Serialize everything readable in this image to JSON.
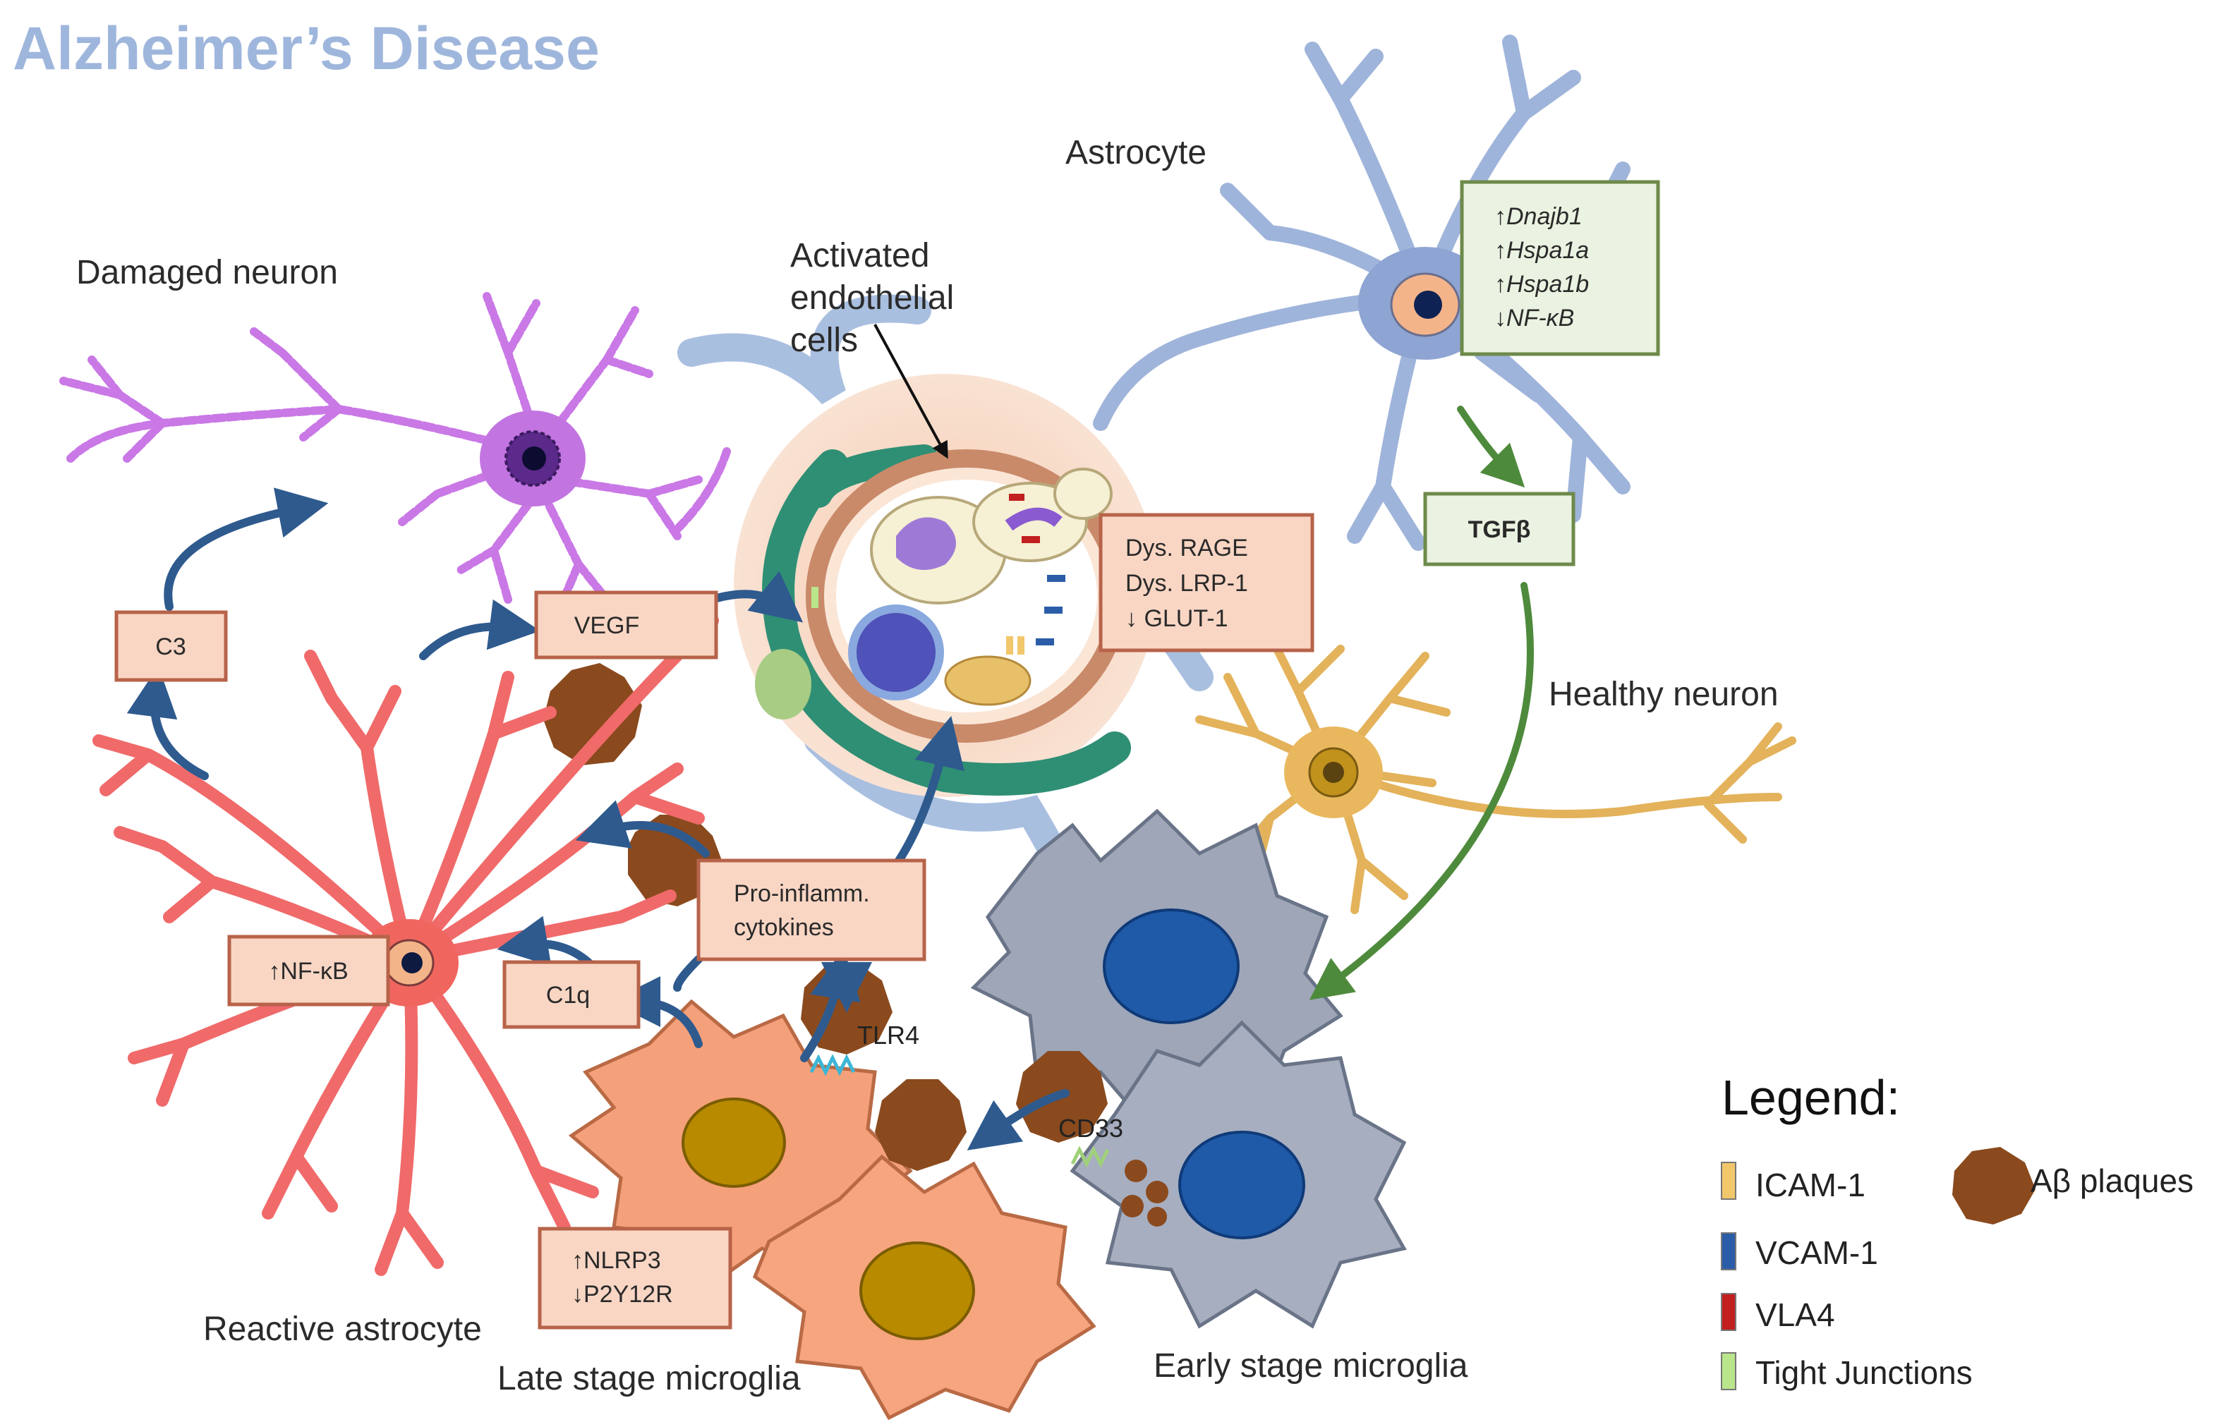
{
  "title": "Alzheimer’s Disease",
  "colors": {
    "title": "#9fb6dc",
    "reactive_astrocyte": "#f06a6a",
    "damaged_neuron": "#c978e6",
    "astrocyte": "#9fb4da",
    "healthy_neuron": "#e3b25a",
    "microglia_late": "#f4a07a",
    "microglia_early": "#9ea6b8",
    "endothelium": "#2f8f74",
    "plaque": "#8a4a1e",
    "red_box_fill": "#f9d6c4",
    "red_box_stroke": "#b7634a",
    "green_box_fill": "#eaf3e1",
    "green_box_stroke": "#6e8a4b",
    "arrow_blue": "#2e5a8e",
    "arrow_green": "#4e8a3c"
  },
  "labels": {
    "damaged_neuron": "Damaged neuron",
    "astrocyte": "Astrocyte",
    "activated_endothelial": [
      "Activated",
      "endothelial",
      "cells"
    ],
    "healthy_neuron": "Healthy neuron",
    "reactive_astrocyte": "Reactive astrocyte",
    "late_stage_microglia": "Late stage microglia",
    "early_stage_microglia": "Early stage microglia",
    "tlr4": "TLR4",
    "cd33": "CD33"
  },
  "boxes": {
    "c3": "C3",
    "vegf": "VEGF",
    "nfkb_up": "↑NF-κB",
    "c1q": "C1q",
    "pro_inflamm": [
      "Pro-inflamm.",
      "cytokines"
    ],
    "nlrp3": [
      "↑NLRP3",
      "↓P2Y12R"
    ],
    "rage": [
      "Dys. RAGE",
      "Dys. LRP-1",
      "↓ GLUT-1"
    ],
    "astro_genes": [
      "↑Dnajb1",
      "↑Hspa1a",
      "↑Hspa1b",
      "↓NF-κB"
    ],
    "tgfb": "TGFβ"
  },
  "legend": {
    "title": "Legend:",
    "items": [
      {
        "label": "ICAM-1",
        "color": "#f2c76b"
      },
      {
        "label": "VCAM-1",
        "color": "#2b5ca8"
      },
      {
        "label": "VLA4",
        "color": "#c21f1f"
      },
      {
        "label": "Tight Junctions",
        "color": "#b9e68a"
      }
    ],
    "plaques_label": "Aβ plaques"
  }
}
